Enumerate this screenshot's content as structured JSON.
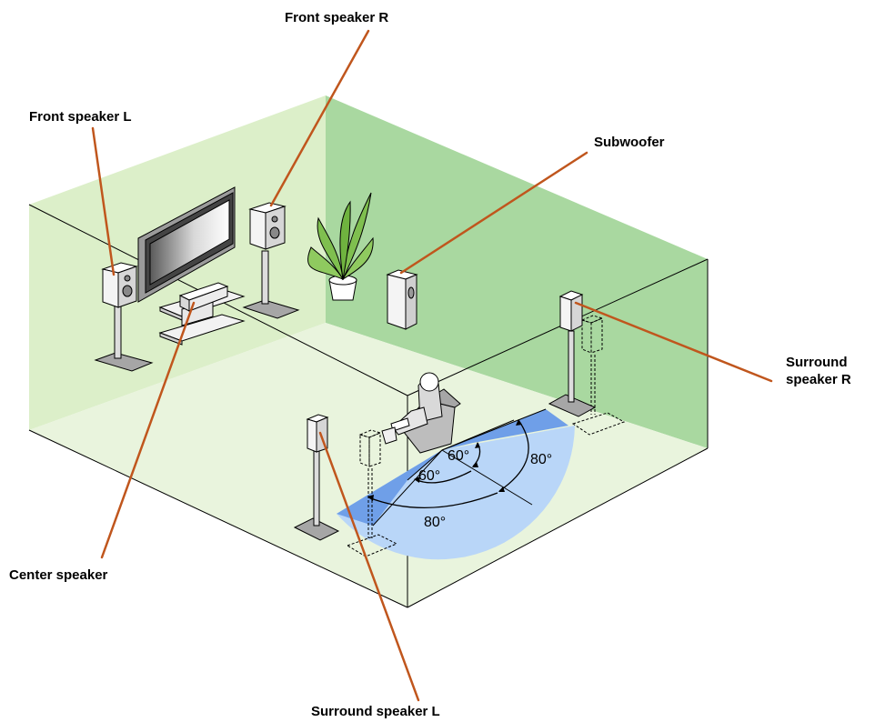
{
  "labels": {
    "front_left": "Front speaker L",
    "front_right": "Front speaker R",
    "subwoofer": "Subwoofer",
    "surround_right_line1": "Surround",
    "surround_right_line2": "speaker R",
    "center": "Center speaker",
    "surround_left": "Surround speaker L"
  },
  "angles": {
    "inner_front": "60°",
    "inner_back": "60°",
    "outer_right": "80°",
    "outer_left": "80°"
  },
  "colors": {
    "wall_left": "#dcefc9",
    "wall_right": "#a9d8a0",
    "floor": "#e9f4dd",
    "leader_line": "#c0561d",
    "zone_dark": "#6f9fe8",
    "zone_light": "#b9d6f8"
  }
}
